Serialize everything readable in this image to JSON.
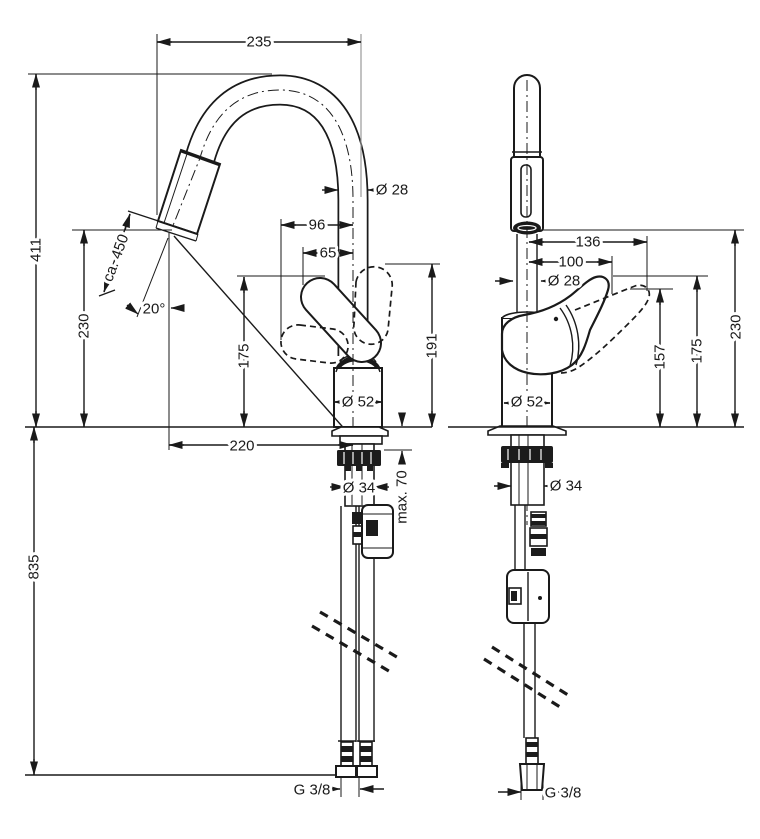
{
  "drawing": {
    "front": {
      "spout_reach": "235",
      "total_height": "411",
      "outlet_height": "230",
      "hose_extension": "ca. 450",
      "spray_angle": "20°",
      "spout_diameter": "Ø 28",
      "handle_offset_open": "96",
      "handle_offset": "65",
      "body_height": "175",
      "handle_top_height": "191",
      "body_diameter": "Ø 52",
      "reach_to_axis": "220",
      "shank_diameter": "Ø 34",
      "max_counter_thickness": "max. 70",
      "hose_length_below": "835",
      "connection_thread": "G 3/8"
    },
    "side": {
      "handle_reach_open": "136",
      "handle_reach": "100",
      "spout_diameter": "Ø 28",
      "outlet_height": "230",
      "handle_height": "175",
      "handle_height_open": "157",
      "body_diameter": "Ø 52",
      "shank_diameter": "Ø 34",
      "connection_thread": "G 3/8"
    }
  }
}
